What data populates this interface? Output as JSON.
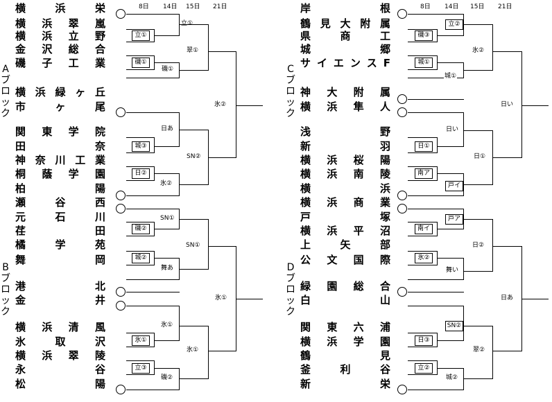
{
  "dates": {
    "left": [
      "8日",
      "14日",
      "15日",
      "21日"
    ],
    "right": [
      "8日",
      "14日",
      "15日",
      "21日"
    ]
  },
  "blocks": {
    "A": "Aブロック",
    "B": "Bブロック",
    "C": "Cブロック",
    "D": "Dブロック"
  },
  "teams_left": [
    [
      "横",
      "浜",
      "栄"
    ],
    [
      "横",
      "浜",
      "翠",
      "嵐"
    ],
    [
      "横",
      "浜",
      "立",
      "野"
    ],
    [
      "金",
      "沢",
      "総",
      "合"
    ],
    [
      "磯",
      "子",
      "工",
      "業"
    ],
    [
      "横",
      "浜",
      "緑",
      "ヶ",
      "丘"
    ],
    [
      "市",
      "ヶ",
      "尾"
    ],
    [
      "関",
      "東",
      "学",
      "院"
    ],
    [
      "田",
      "奈"
    ],
    [
      "神",
      "奈",
      "川",
      "工",
      "業"
    ],
    [
      "桐",
      "蔭",
      "学",
      "園"
    ],
    [
      "柏",
      "陽"
    ],
    [
      "瀬",
      "谷",
      "西"
    ],
    [
      "元",
      "石",
      "川"
    ],
    [
      "荏",
      "田"
    ],
    [
      "橘",
      "学",
      "苑"
    ],
    [
      "舞",
      "岡"
    ],
    [
      "港",
      "北"
    ],
    [
      "金",
      "井"
    ],
    [
      "横",
      "浜",
      "清",
      "風"
    ],
    [
      "氷",
      "取",
      "沢"
    ],
    [
      "横",
      "浜",
      "翠",
      "陵"
    ],
    [
      "永",
      "谷"
    ],
    [
      "松",
      "陽"
    ]
  ],
  "teams_right": [
    [
      "岸",
      "根"
    ],
    [
      "鶴",
      "見",
      "大",
      "附",
      "属"
    ],
    [
      "県",
      "商",
      "工"
    ],
    [
      "城",
      "郷"
    ],
    [
      "サ",
      "イ",
      "エ",
      "ン",
      "ス",
      "F"
    ],
    [
      "神",
      "大",
      "附",
      "属"
    ],
    [
      "横",
      "浜",
      "隼",
      "人"
    ],
    [
      "浅",
      "野"
    ],
    [
      "新",
      "羽"
    ],
    [
      "横",
      "浜",
      "桜",
      "陽"
    ],
    [
      "横",
      "浜",
      "南",
      "陵"
    ],
    [
      "横",
      "浜"
    ],
    [
      "横",
      "浜",
      "商",
      "業"
    ],
    [
      "戸",
      "塚"
    ],
    [
      "横",
      "浜",
      "平",
      "沼"
    ],
    [
      "上",
      "矢",
      "部"
    ],
    [
      "公",
      "文",
      "国",
      "際"
    ],
    [
      "緑",
      "園",
      "総",
      "合"
    ],
    [
      "白",
      "山"
    ],
    [
      "関",
      "東",
      "六",
      "浦"
    ],
    [
      "横",
      "浜",
      "学",
      "園"
    ],
    [
      "鶴",
      "見"
    ],
    [
      "釜",
      "利",
      "谷"
    ],
    [
      "新",
      "栄"
    ]
  ],
  "venues": {
    "L1": "立①",
    "L2": "立①",
    "L3": "翠①",
    "L4": "磯①",
    "L5": "磯①",
    "L6": "氷②",
    "L7": "日あ",
    "L8": "城③",
    "L9": "SN②",
    "L10": "日②",
    "L11": "氷②",
    "L12": "SN①",
    "L13": "磯②",
    "L14": "SN①",
    "L15": "城②",
    "L16": "舞あ",
    "L17": "氷①",
    "L18": "氷①",
    "L19": "氷①",
    "L20": "氷①",
    "L21": "立③",
    "L22": "磯②",
    "R1": "立②",
    "R2": "磯③",
    "R3": "氷②",
    "R4": "城①",
    "R5": "城①",
    "R6": "日い",
    "R7": "日い",
    "R8": "日①",
    "R9": "日①",
    "R10": "南ア",
    "R11": "戸イ",
    "R12": "戸ア",
    "R13": "南イ",
    "R14": "日②",
    "R15": "氷②",
    "R16": "舞い",
    "R17": "日あ",
    "R18": "SN②",
    "R19": "日③",
    "R20": "翠②",
    "R21": "立②",
    "R22": "城②"
  }
}
